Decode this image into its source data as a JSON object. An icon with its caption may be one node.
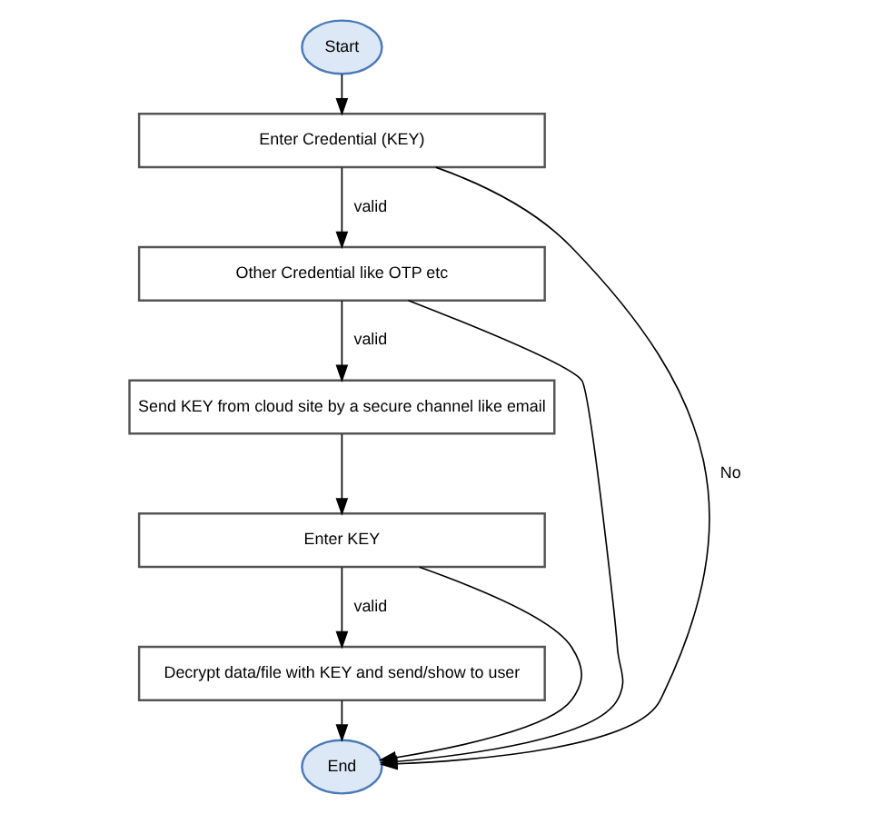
{
  "diagram": {
    "nodes": [
      {
        "text": [
          "Start"
        ]
      },
      {
        "text": [
          "Enter Credential (KEY)"
        ]
      },
      {
        "text": [
          "Other Credential like OTP etc"
        ]
      },
      {
        "text": [
          "Send KEY from cloud site by a secure channel like email"
        ]
      },
      {
        "text": [
          "Enter KEY"
        ]
      },
      {
        "text": [
          "Decrypt data/file with KEY and send/show to user"
        ]
      },
      {
        "text": [
          "End"
        ]
      }
    ],
    "edges": [
      {
        "from": 0,
        "to": 1,
        "arrow": "to"
      },
      {
        "from": 1,
        "to": 2,
        "arrow": "to",
        "label": "valid"
      },
      {
        "from": 2,
        "to": 3,
        "arrow": "to",
        "label": "valid"
      },
      {
        "from": 3,
        "to": 4,
        "arrow": "to"
      },
      {
        "from": 4,
        "to": 5,
        "arrow": "to",
        "label": "valid"
      },
      {
        "from": 5,
        "to": 6,
        "arrow": "to"
      },
      {
        "from": 1,
        "to": 6,
        "arrow": "to",
        "label": "No"
      },
      {
        "from": 2,
        "to": 6,
        "arrow": "to"
      },
      {
        "from": 4,
        "to": 6,
        "arrow": "to"
      }
    ]
  }
}
